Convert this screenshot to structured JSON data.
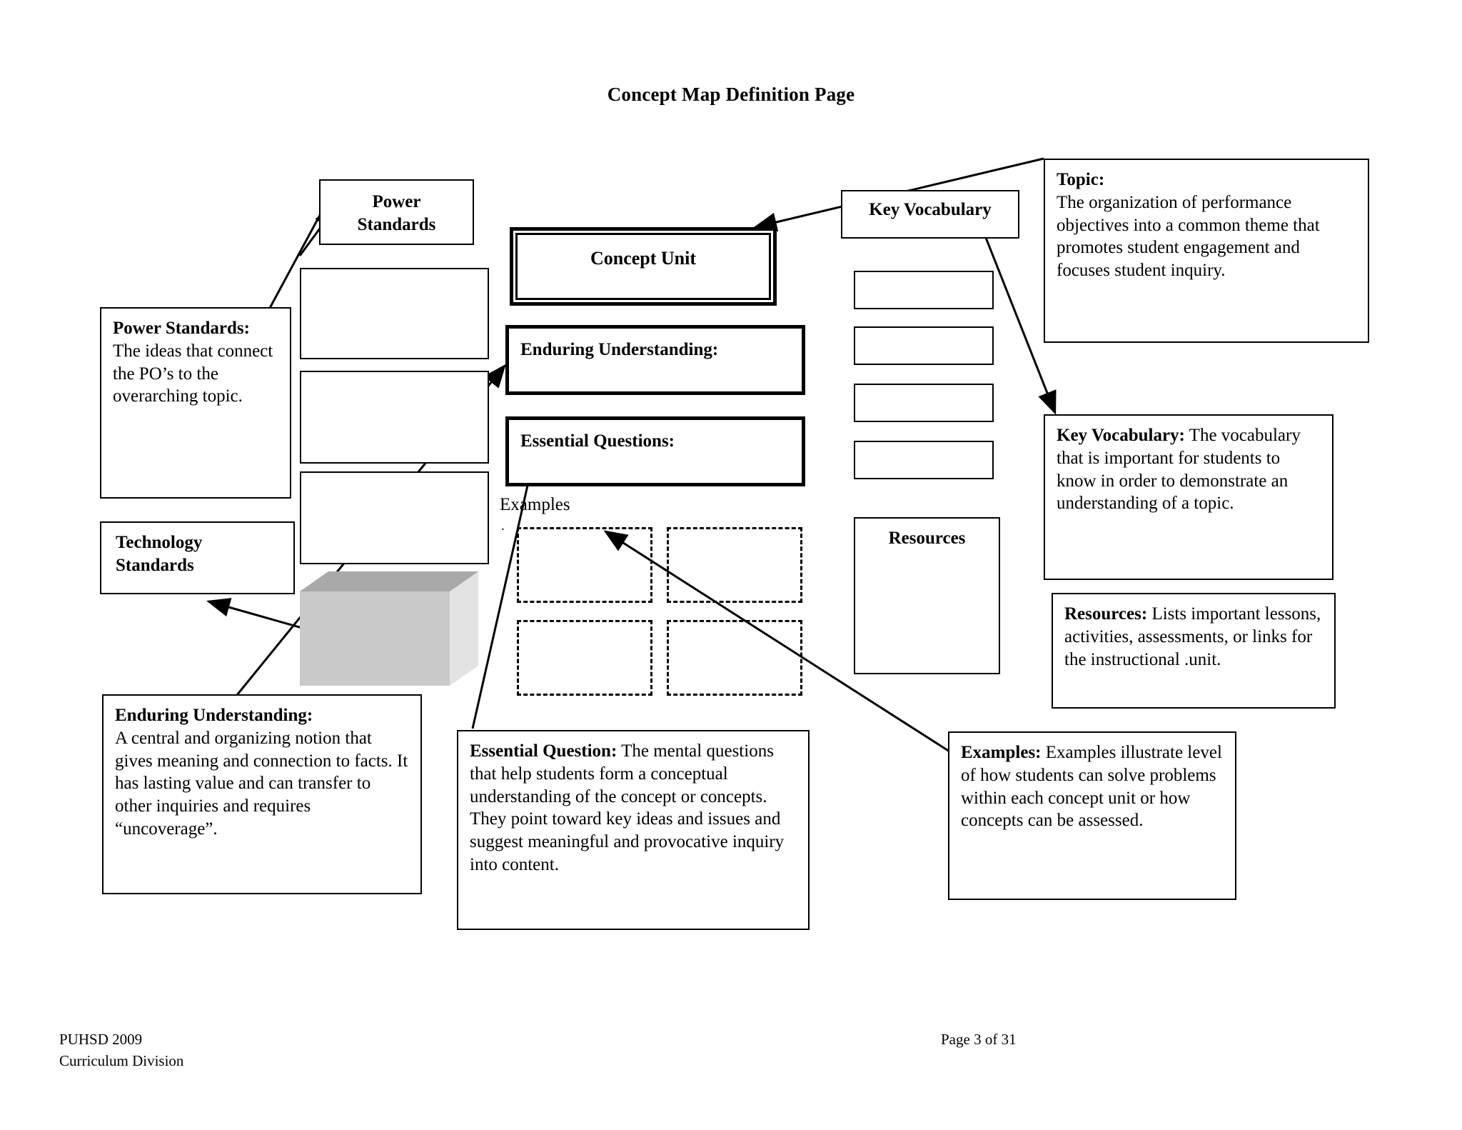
{
  "document": {
    "title": "Concept Map Definition Page"
  },
  "template_boxes": {
    "power_standards_label": "Power\nStandards",
    "technology_standards_label": "Technology\nStandards",
    "concept_unit_label": "Concept Unit",
    "enduring_understanding_label": "Enduring Understanding:",
    "essential_questions_label": "Essential Questions:",
    "examples_label": "Examples",
    "examples_bullet": ".",
    "key_vocabulary_label": "Key Vocabulary",
    "resources_label": "Resources",
    "empty_standard_slots": [
      "",
      "",
      ""
    ],
    "empty_vocabulary_slots": [
      "",
      "",
      "",
      ""
    ],
    "empty_example_slots": [
      "",
      "",
      "",
      ""
    ]
  },
  "definitions": {
    "power_standards": {
      "term": "Power Standards:",
      "text": "The ideas that connect the PO’s to the overarching topic."
    },
    "enduring_understanding": {
      "term": "Enduring Understanding:",
      "text": "A central and organizing notion that gives meaning and connection to facts.  It has lasting value and can transfer to other inquiries and requires “uncoverage”."
    },
    "essential_question": {
      "term": "Essential Question:",
      "text": "  The mental questions that help students form a conceptual understanding of the concept or concepts.  They point toward key ideas and issues and suggest meaningful and provocative inquiry into content."
    },
    "topic": {
      "term": "Topic:",
      "text": "The organization of performance objectives into a common theme that promotes student engagement and focuses student inquiry."
    },
    "key_vocabulary": {
      "term": "Key Vocabulary:",
      "text": " The vocabulary that is important for students to know in order to demonstrate an understanding of a topic."
    },
    "resources": {
      "term": "Resources:",
      "text": "  Lists important lessons, activities, assessments, or links for the instructional .unit."
    },
    "examples": {
      "term": "Examples:",
      "text": "  Examples illustrate level of how students can solve problems within each concept unit or how concepts can be assessed."
    }
  },
  "footer": {
    "org": "PUHSD 2009",
    "division": "Curriculum Division",
    "page": "Page 3 of 31"
  },
  "colors": {
    "ink": "#000000",
    "paper": "#ffffff",
    "cube_front": "#c8c8c8",
    "cube_top": "#a8a8a8",
    "cube_side": "#e0e0e0"
  }
}
